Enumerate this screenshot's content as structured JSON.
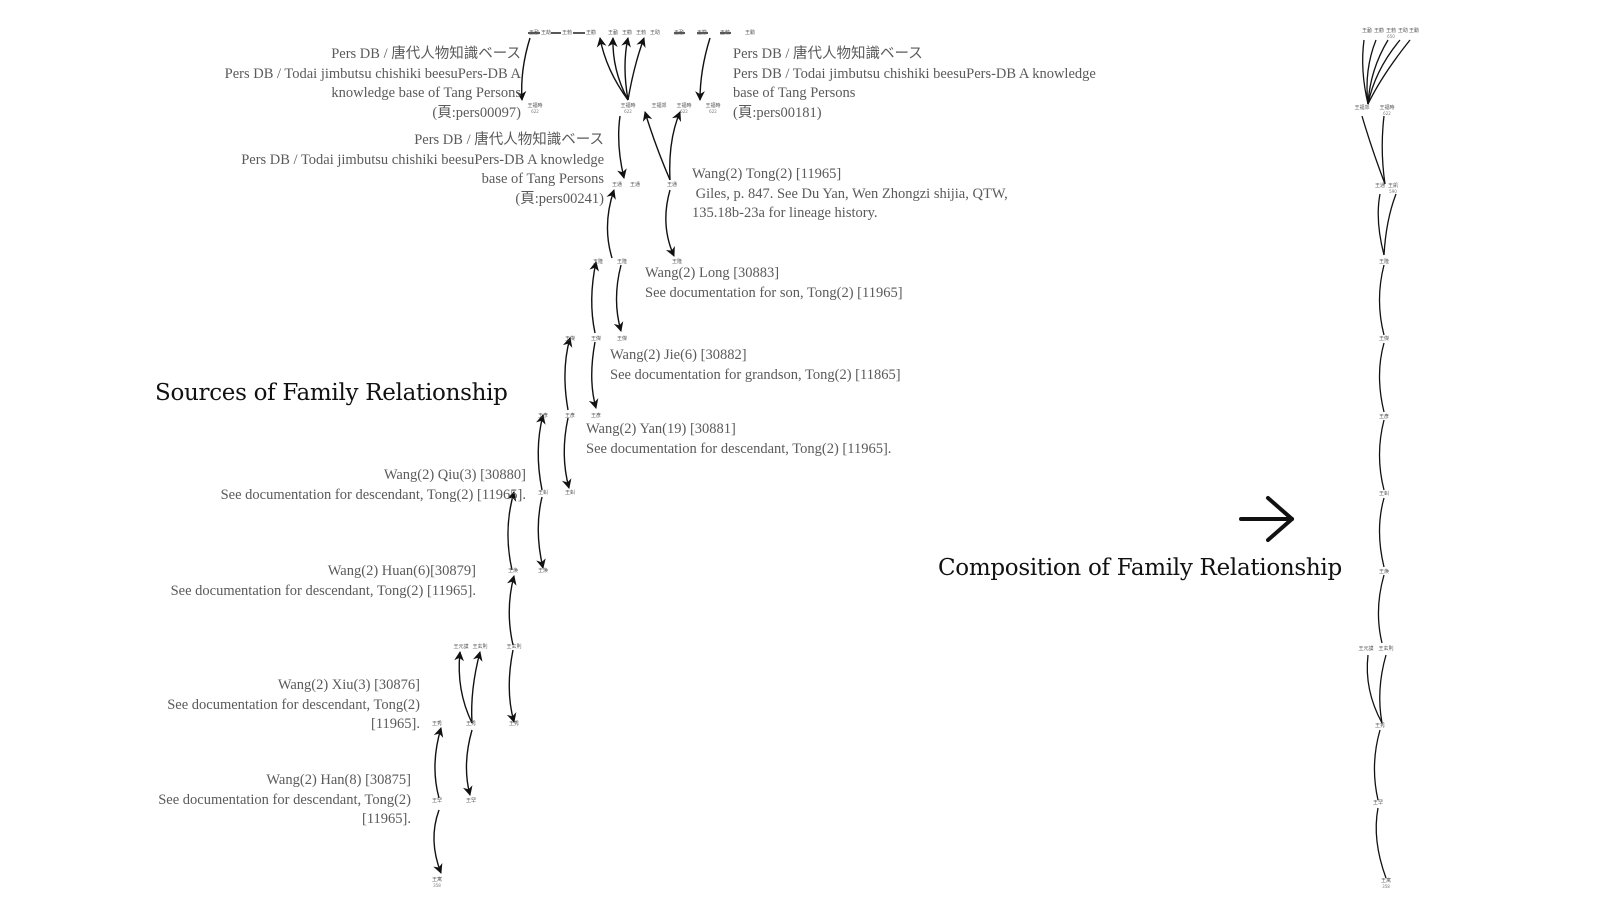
{
  "headings": {
    "sources": "Sources of Family Relationship",
    "composition": "Composition of Family Relationship"
  },
  "notes": [
    {
      "id": "pers00097",
      "lines": [
        "Pers DB / 唐代人物知識ベース",
        "Pers DB / Todai jimbutsu chishiki beesuPers-DB A",
        "knowledge base of Tang Persons",
        "(頁:pers00097)"
      ]
    },
    {
      "id": "pers00181",
      "lines": [
        "Pers DB / 唐代人物知識ベース",
        "Pers DB / Todai jimbutsu chishiki beesuPers-DB A knowledge",
        "base of Tang Persons",
        "(頁:pers00181)"
      ]
    },
    {
      "id": "pers00241",
      "lines": [
        "Pers DB / 唐代人物知識ベース",
        "Pers DB / Todai jimbutsu chishiki beesuPers-DB A knowledge",
        "base of Tang Persons",
        "(頁:pers00241)"
      ]
    },
    {
      "id": "tong",
      "lines": [
        "Wang(2) Tong(2) [11965]",
        " Giles, p. 847. See Du Yan, Wen Zhongzi shijia, QTW,",
        "135.18b-23a for lineage history."
      ]
    },
    {
      "id": "long",
      "lines": [
        "Wang(2) Long [30883]",
        "See documentation for son, Tong(2) [11965]"
      ]
    },
    {
      "id": "jie",
      "lines": [
        "Wang(2) Jie(6) [30882]",
        "See documentation for grandson, Tong(2) [11865]"
      ]
    },
    {
      "id": "yan",
      "lines": [
        "Wang(2) Yan(19) [30881]",
        "See documentation for descendant, Tong(2) [11965]."
      ]
    },
    {
      "id": "qiu",
      "lines": [
        "Wang(2) Qiu(3) [30880]",
        "See documentation for descendant, Tong(2) [11965]."
      ]
    },
    {
      "id": "huan",
      "lines": [
        "Wang(2) Huan(6)[30879]",
        "See documentation for descendant, Tong(2) [11965]."
      ]
    },
    {
      "id": "xiu",
      "lines": [
        "Wang(2) Xiu(3) [30876]",
        "See documentation for descendant, Tong(2)",
        "[11965]."
      ]
    },
    {
      "id": "han",
      "lines": [
        "Wang(2) Han(8) [30875]",
        "See documentation for descendant, Tong(2)",
        "[11965]."
      ]
    }
  ],
  "nodes": {
    "top_left_chain": [
      "王勔",
      "王劼",
      "王勃",
      "王勸"
    ],
    "top_mid_sons": [
      "王勔",
      "王勸",
      "王勃",
      "王助"
    ],
    "top_right_chain": [
      "王勔",
      "王勸",
      "王勃",
      "王勳"
    ],
    "fuzhi": "王福畤",
    "fuzhi_year": "622",
    "fuzhi_alt": "王福郊",
    "tong": "王通",
    "tong_year": "590",
    "long": "王隆",
    "jie": "王傑",
    "yan": "王彥",
    "qiu": "王虯",
    "huan": "王煥",
    "xuanze": "王玄則",
    "xuanmo": "王元謨",
    "xiu": "王秀",
    "han": "王罕",
    "ying": "王寓",
    "ying_year": "358"
  },
  "composition_nodes": {
    "top_row": [
      "王勔",
      "王勸",
      "王勃",
      "王助",
      "王勳"
    ],
    "top_year": "650",
    "fuzhi_row": [
      "王福郊",
      "王福畤"
    ],
    "fuzhi_year": "622",
    "tong_row": [
      "王通",
      "王凱"
    ],
    "tong_year": "590",
    "chain": [
      "王隆",
      "王傑",
      "王彥",
      "王虯",
      "王煥"
    ],
    "xuan_row": [
      "王元謨",
      "王玄則"
    ],
    "xiu": "王秀",
    "han": "王罕",
    "ying": "王寓",
    "ying_year": "358"
  },
  "icons": {
    "composition_arrow": "right-arrow-icon"
  }
}
